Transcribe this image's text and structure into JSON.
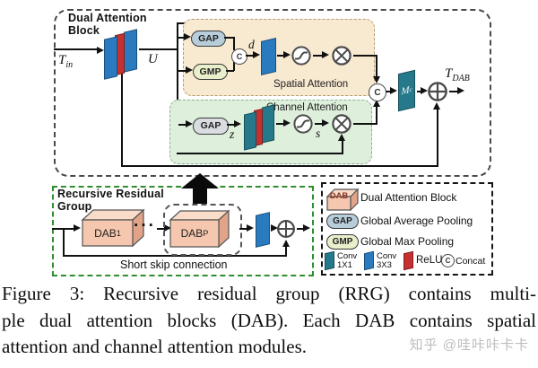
{
  "dab": {
    "title1": "Dual Attention",
    "title2": "Block",
    "spatial_title": "Spatial Attention",
    "channel_title": "Channel Attention",
    "gap": "GAP",
    "gmp": "GMP",
    "gap2": "GAP",
    "concat": "C",
    "t_in": {
      "base": "T",
      "sub": "in"
    },
    "u": "U",
    "d": "d",
    "z": "z",
    "s": "s",
    "m": {
      "base": "M",
      "sub": "c"
    },
    "t_dab": {
      "base": "T",
      "sub": "DAB"
    }
  },
  "rrg": {
    "title1": "Recursive Residual",
    "title2": "Group",
    "dab1": {
      "base": "DAB",
      "sub": "1"
    },
    "dabp": {
      "base": "DAB",
      "sub": "P"
    },
    "dots": "···",
    "skip": "Short skip connection"
  },
  "legend": {
    "dab_label": "DAB",
    "dab_desc": "Dual Attention Block",
    "gap_label": "GAP",
    "gap_desc": "Global Average Pooling",
    "gmp_label": "GMP",
    "gmp_desc": "Global Max Pooling",
    "conv1_l1": "Conv",
    "conv1_l2": "1X1",
    "conv3_l1": "Conv",
    "conv3_l2": "3X3",
    "relu": "ReLU",
    "concat_sym": "C",
    "concat": "Concat"
  },
  "caption": {
    "lines": [
      "Figure 3:  Recursive residual group (RRG) contains multi-",
      "ple dual attention blocks (DAB). Each DAB contains spatial",
      "attention and channel attention modules."
    ]
  },
  "watermark": "知乎 @哇咔咔卡卡",
  "colors": {
    "conv3": "#2a7abf",
    "conv1": "#26798a",
    "relu": "#c53030",
    "dab-front": "#f5c7ae",
    "dab-top": "#f9ddc9",
    "dab-side": "#e2a488",
    "spatial-bg": "#f8e9d1",
    "spatial-border": "#b59d74",
    "channel-bg": "#def0dc",
    "channel-border": "#8fae8f",
    "gap-pill": "#b7cdd9",
    "gmp-pill": "#e9efcb",
    "gray-pill": "#d9dde1",
    "rrg-border": "#2f8f2f",
    "line": "#111111",
    "op": "#4a4a4a",
    "watermark": "#bdbdbd"
  }
}
